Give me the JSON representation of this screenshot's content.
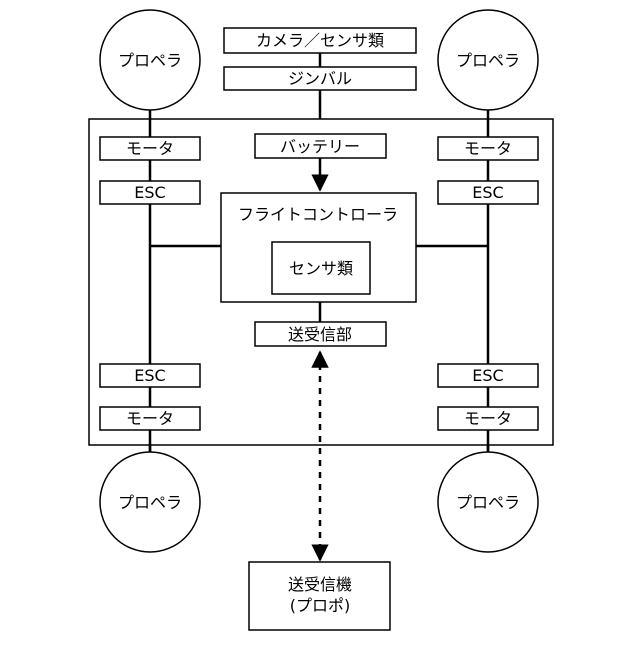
{
  "colors": {
    "stroke": "#000000",
    "background": "#ffffff"
  },
  "diagram": {
    "propeller_label": "プロペラ",
    "camera_sensor_label": "カメラ／センサ類",
    "gimbal_label": "ジンバル",
    "battery_label": "バッテリー",
    "motor_label": "モータ",
    "esc_label": "ESC",
    "flight_controller_label": "フライトコントローラ",
    "fc_sensors_label": "センサ類",
    "transceiver_label": "送受信部",
    "remote_label_line1": "送受信機",
    "remote_label_line2": "(プロポ)"
  }
}
